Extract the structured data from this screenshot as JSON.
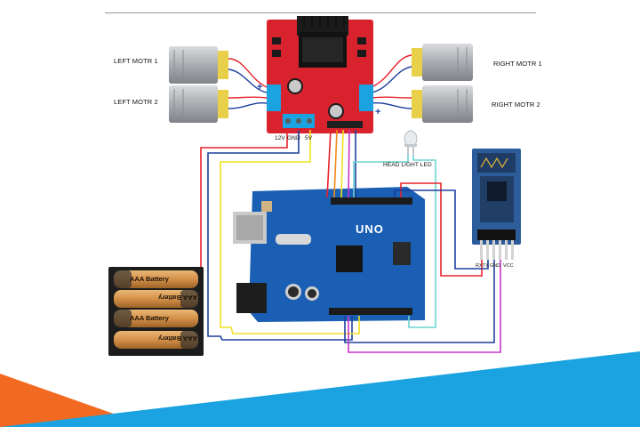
{
  "labels": {
    "left_motor_1": "LEFT MOTR 1",
    "left_motor_2": "LEFT MOTR 2",
    "right_motor_1": "RIGHT MOTR 1",
    "right_motor_2": "RIGHT MOTR 2",
    "head_light_led": "HEAD LIGHT LED",
    "terminal_12v": "12V",
    "terminal_gnd": "GND",
    "terminal_5v": "5V",
    "bt_rx": "RX",
    "bt_tx": "TX",
    "bt_gnd": "GND",
    "bt_vcc": "VCC",
    "uno": "UNO",
    "battery_1": "AAA Battery",
    "battery_2": "AAA Battery",
    "battery_3": "AAA Battery",
    "battery_4": "AAA Battery",
    "plus_left": "+",
    "plus_right": "+"
  },
  "colors": {
    "driver_board": "#d8232f",
    "arduino_board": "#1a5fb4",
    "bt_module": "#2c5d9a",
    "wire_red": "#e8222a",
    "wire_yellow": "#f2e020",
    "wire_blue": "#1d3f9e",
    "wire_cyan": "#6cd4d0",
    "wire_magenta": "#c834c8",
    "wire_orange": "#f08a1c",
    "orange_accent": "#f26a21",
    "blue_accent": "#1aa3e0"
  }
}
